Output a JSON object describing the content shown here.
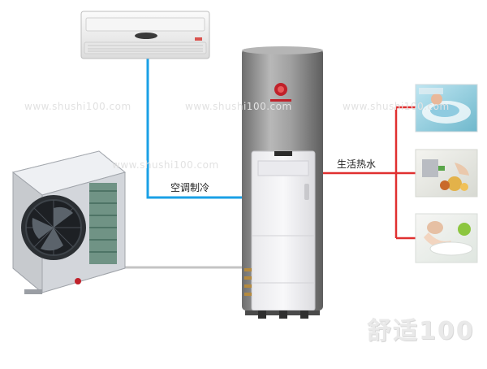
{
  "labels": {
    "ac_cooling": "空调制冷",
    "domestic_hot_water": "生活热水"
  },
  "watermarks": [
    "www.shushi100.com",
    "www.shushi100.com",
    "www.shushi100.com",
    "www.shushi100.com"
  ],
  "brand_mark": "舒适100",
  "colors": {
    "cold_pipe": "#1aa0e6",
    "hot_pipe": "#e03030",
    "gray_pipe": "#bfbfbf",
    "tank_body": "#8f8f8f",
    "accent": "#c0212a"
  },
  "icons": [
    "indoor-ac-unit",
    "outdoor-heat-pump-unit",
    "water-tank",
    "bathtub-photo",
    "kitchen-sink-photo",
    "washbasin-photo"
  ]
}
